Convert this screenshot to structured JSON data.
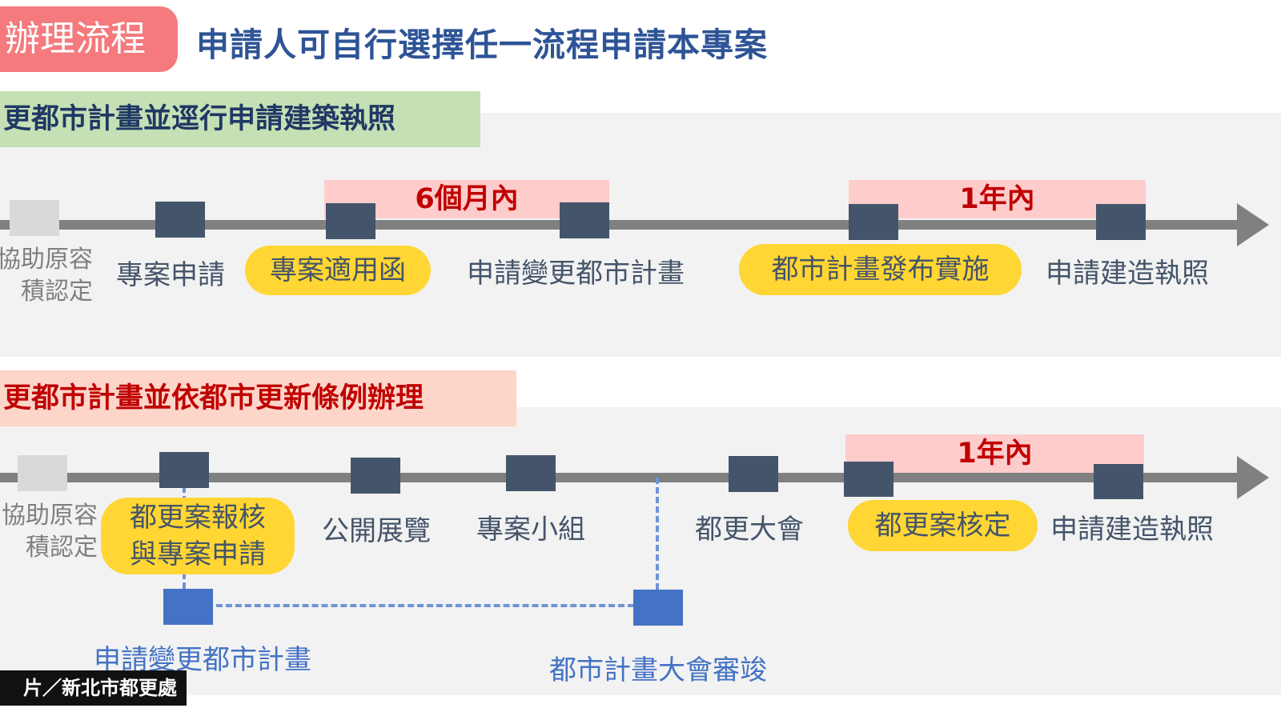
{
  "header": {
    "title": "辦理流程",
    "subtitle": "申請人可自行選擇任一流程申請本專案"
  },
  "routes": [
    {
      "label": "更都市計畫並逕行申請建築執照",
      "steps": [
        {
          "label": "協助原容\n積認定",
          "state": "faded"
        },
        {
          "label": "專案申請",
          "state": "normal"
        },
        {
          "label": "專案適用函",
          "state": "highlight"
        },
        {
          "label": "申請變更都市計畫",
          "state": "normal"
        },
        {
          "label": "都市計畫發布實施",
          "state": "highlight"
        },
        {
          "label": "申請建造執照",
          "state": "normal"
        }
      ],
      "periods": [
        {
          "label": "6個月內",
          "from_step": "專案適用函",
          "to_step": "申請變更都市計畫"
        },
        {
          "label": "1年內",
          "from_step": "都市計畫發布實施",
          "to_step": "申請建造執照"
        }
      ]
    },
    {
      "label": "更都市計畫並依都市更新條例辦理",
      "steps": [
        {
          "label": "協助原容\n積認定",
          "state": "faded"
        },
        {
          "label": "都更案報核\n與專案申請",
          "state": "highlight"
        },
        {
          "label": "公開展覽",
          "state": "normal"
        },
        {
          "label": "專案小組",
          "state": "normal"
        },
        {
          "label": "都更大會",
          "state": "normal"
        },
        {
          "label": "都更案核定",
          "state": "highlight"
        },
        {
          "label": "申請建造執照",
          "state": "normal"
        }
      ],
      "branch_steps": [
        {
          "label": "申請變更都市計畫",
          "state": "blue"
        },
        {
          "label": "都市計畫大會審竣",
          "state": "blue"
        }
      ],
      "periods": [
        {
          "label": "1年內",
          "from_step": "都更案核定",
          "to_step": "申請建造執照"
        }
      ]
    }
  ],
  "credit": "片／新北市都更處",
  "colors": {
    "title_pill": "#f47a7d",
    "subtitle": "#2e5496",
    "node": "#44546a",
    "node_faded": "#d9d9d9",
    "node_blue": "#4472c4",
    "highlight": "#ffd633",
    "period_bg": "#ffcccc",
    "period_text": "#c00000",
    "route1_bg": "#c5e0b4",
    "route2_bg": "#fdd5c9",
    "track": "#808080"
  }
}
